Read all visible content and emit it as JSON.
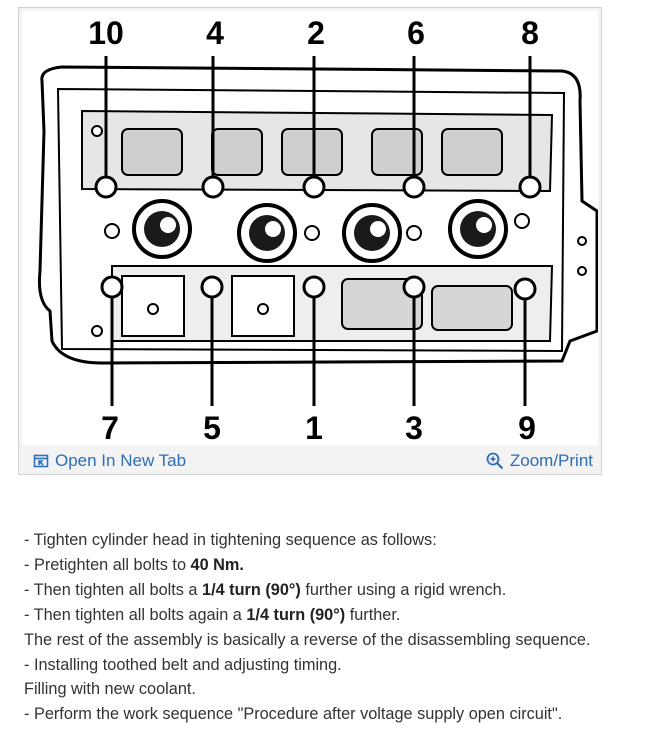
{
  "figure": {
    "bolt_numbers_top": [
      "10",
      "4",
      "2",
      "6",
      "8"
    ],
    "bolt_numbers_bottom": [
      "7",
      "5",
      "1",
      "3",
      "9"
    ],
    "open_tab_label": "Open In New Tab",
    "zoom_label": "Zoom/Print",
    "link_color": "#2c6eb8",
    "icons": {
      "open_tab": "open-new-tab-icon",
      "zoom": "magnifier-zoom-icon"
    }
  },
  "content": {
    "lines": [
      {
        "type": "step",
        "prefix": "-  ",
        "text": "Tighten cylinder head in tightening sequence as follows:"
      },
      {
        "type": "step",
        "prefix": "-  ",
        "pre": "Pretighten all bolts to ",
        "bold": "40 Nm.",
        "post": ""
      },
      {
        "type": "step",
        "prefix": "-  ",
        "pre": "Then tighten all bolts a ",
        "bold": "1/4 turn (90°)",
        "post": " further using a rigid wrench."
      },
      {
        "type": "step",
        "prefix": "-  ",
        "pre": "Then tighten all bolts again a ",
        "bold": "1/4 turn (90°)",
        "post": " further."
      },
      {
        "type": "note",
        "text": "The rest of the assembly is basically a reverse of the disassembling sequence."
      },
      {
        "type": "step",
        "prefix": "-  ",
        "text": "Installing toothed belt and adjusting timing."
      },
      {
        "type": "note",
        "text": "Filling with new coolant."
      },
      {
        "type": "step",
        "prefix": "-  ",
        "text": "Perform the work sequence \"Procedure after voltage supply open circuit\"."
      }
    ]
  }
}
